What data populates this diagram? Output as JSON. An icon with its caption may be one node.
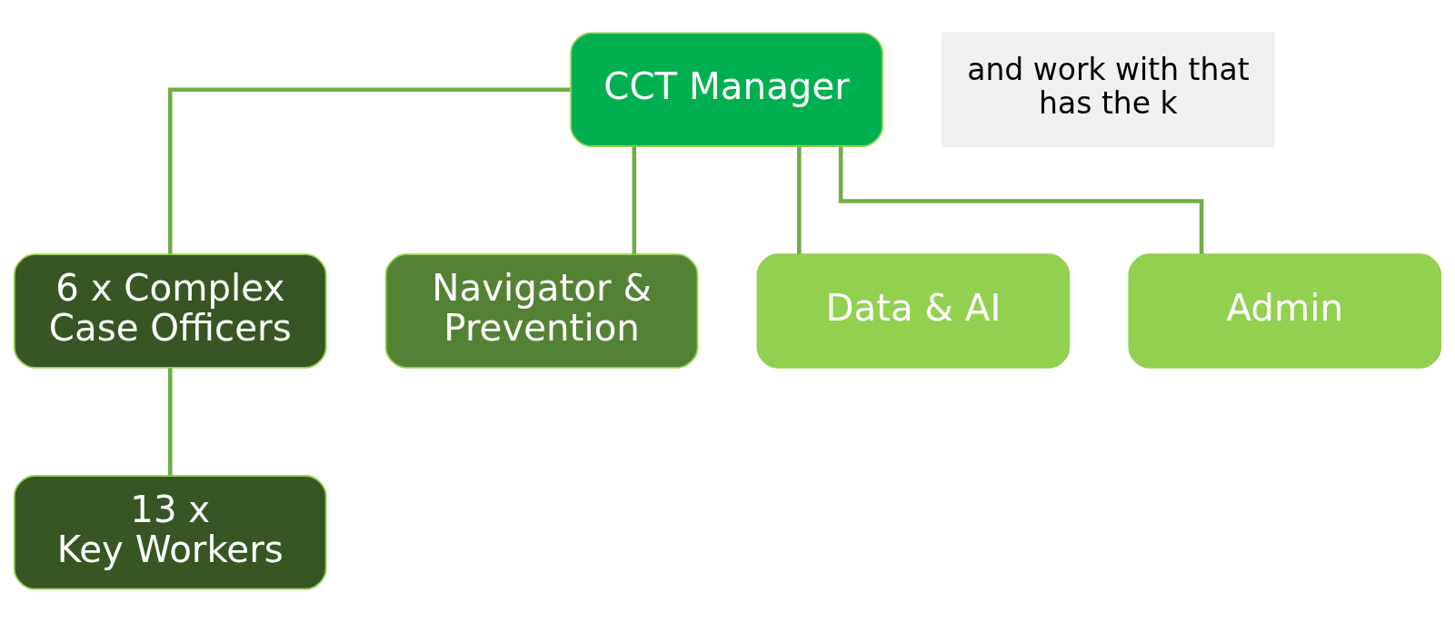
{
  "diagram": {
    "nodes": [
      {
        "text": [
          "CCT Manager"
        ]
      },
      {
        "text": [
          "6 x Complex Case Officers"
        ]
      },
      {
        "text": [
          "Navigator & Prevention"
        ]
      },
      {
        "text": [
          "Data & AI"
        ]
      },
      {
        "text": [
          "Admin"
        ]
      },
      {
        "text": [
          "13 x Key Workers"
        ]
      },
      {
        "text": [
          "and work with that has the k"
        ]
      }
    ],
    "edges": [
      {
        "from": 0,
        "to": 1,
        "arrow": "none"
      },
      {
        "from": 0,
        "to": 2,
        "arrow": "none"
      },
      {
        "from": 0,
        "to": 3,
        "arrow": "none"
      },
      {
        "from": 0,
        "to": 4,
        "arrow": "none"
      },
      {
        "from": 1,
        "to": 5,
        "arrow": "none"
      }
    ]
  }
}
